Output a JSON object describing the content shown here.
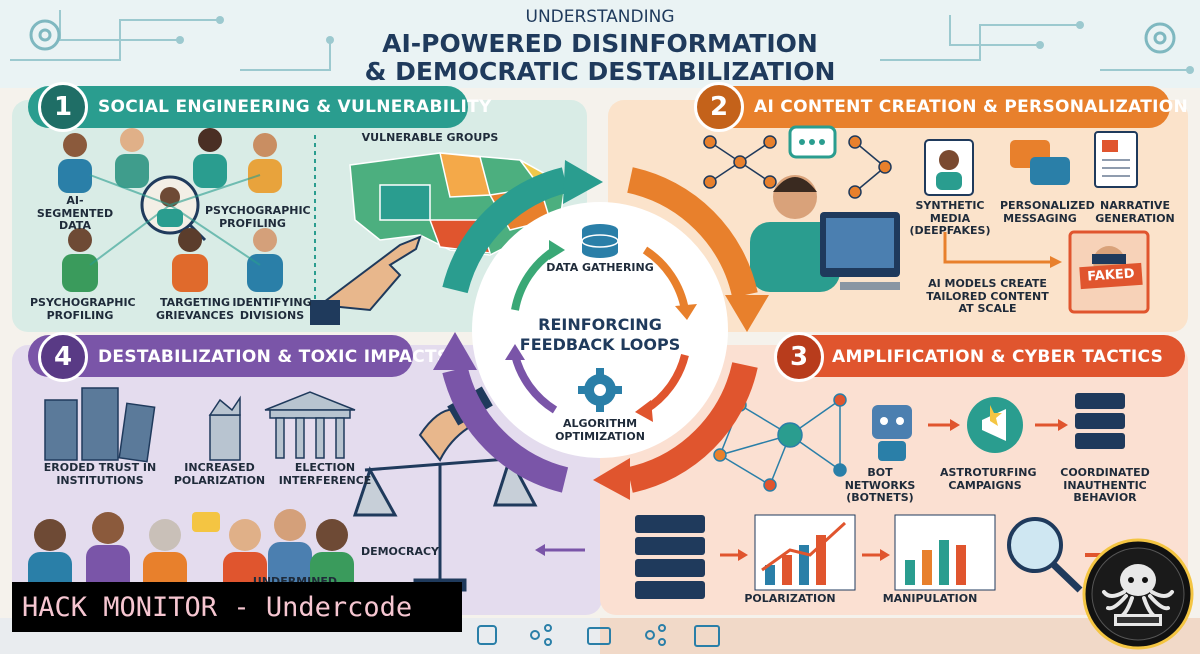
{
  "header": {
    "kicker": "UNDERSTANDING",
    "title_line1": "AI-POWERED DISINFORMATION",
    "title_line2": "& DEMOCRATIC DESTABILIZATION"
  },
  "sections": {
    "s1": {
      "number": "1",
      "title": "SOCIAL ENGINEERING & VULNERABILITY",
      "labels": {
        "ai_segmented": "AI-SEGMENTED DATA",
        "psycho_profile_top": "PSYCHOGRAPHIC PROFILING",
        "psycho_profile_bottom": "PSYCHOGRAPHIC PROFILING",
        "targeting": "TARGETING GRIEVANCES",
        "divisions": "IDENTIFYING DIVISIONS",
        "vulnerable": "VULNERABLE GROUPS"
      }
    },
    "s2": {
      "number": "2",
      "title": "AI CONTENT CREATION & PERSONALIZATION",
      "labels": {
        "synthetic": "SYNTHETIC MEDIA (DEEPFAKES)",
        "personalized": "PERSONALIZED MESSAGING",
        "narrative": "NARRATIVE GENERATION",
        "faked": "FAKED",
        "models": "AI MODELS CREATE TAILORED CONTENT AT SCALE"
      }
    },
    "s3": {
      "number": "3",
      "title": "AMPLIFICATION & CYBER TACTICS",
      "labels": {
        "bots": "BOT NETWORKS (BOTNETS)",
        "astroturf": "ASTROTURFING CAMPAIGNS",
        "coordinated": "COORDINATED INAUTHENTIC BEHAVIOR",
        "polarization": "POLARIZATION",
        "manipulation": "MANIPULATION"
      }
    },
    "s4": {
      "number": "4",
      "title": "DESTABILIZATION & TOXIC IMPACTS",
      "labels": {
        "eroded": "ERODED TRUST IN INSTITUTIONS",
        "increased": "INCREASED POLARIZATION",
        "election": "ELECTION INTERFERENCE",
        "democracy": "DEMOCRACY",
        "undermined": "UNDERMINED"
      }
    }
  },
  "cycle": {
    "top": "DATA GATHERING",
    "center_line1": "REINFORCING",
    "center_line2": "FEEDBACK LOOPS",
    "bottom": "ALGORITHM OPTIMIZATION"
  },
  "watermark": {
    "text": "HACK MONITOR - Undercode"
  },
  "colors": {
    "teal": "#2a9d8f",
    "orange": "#e8802c",
    "red_orange": "#e0552e",
    "purple": "#7a55a8",
    "navy": "#1f3a5c"
  },
  "icons": {
    "logo": "octopus-logo"
  }
}
